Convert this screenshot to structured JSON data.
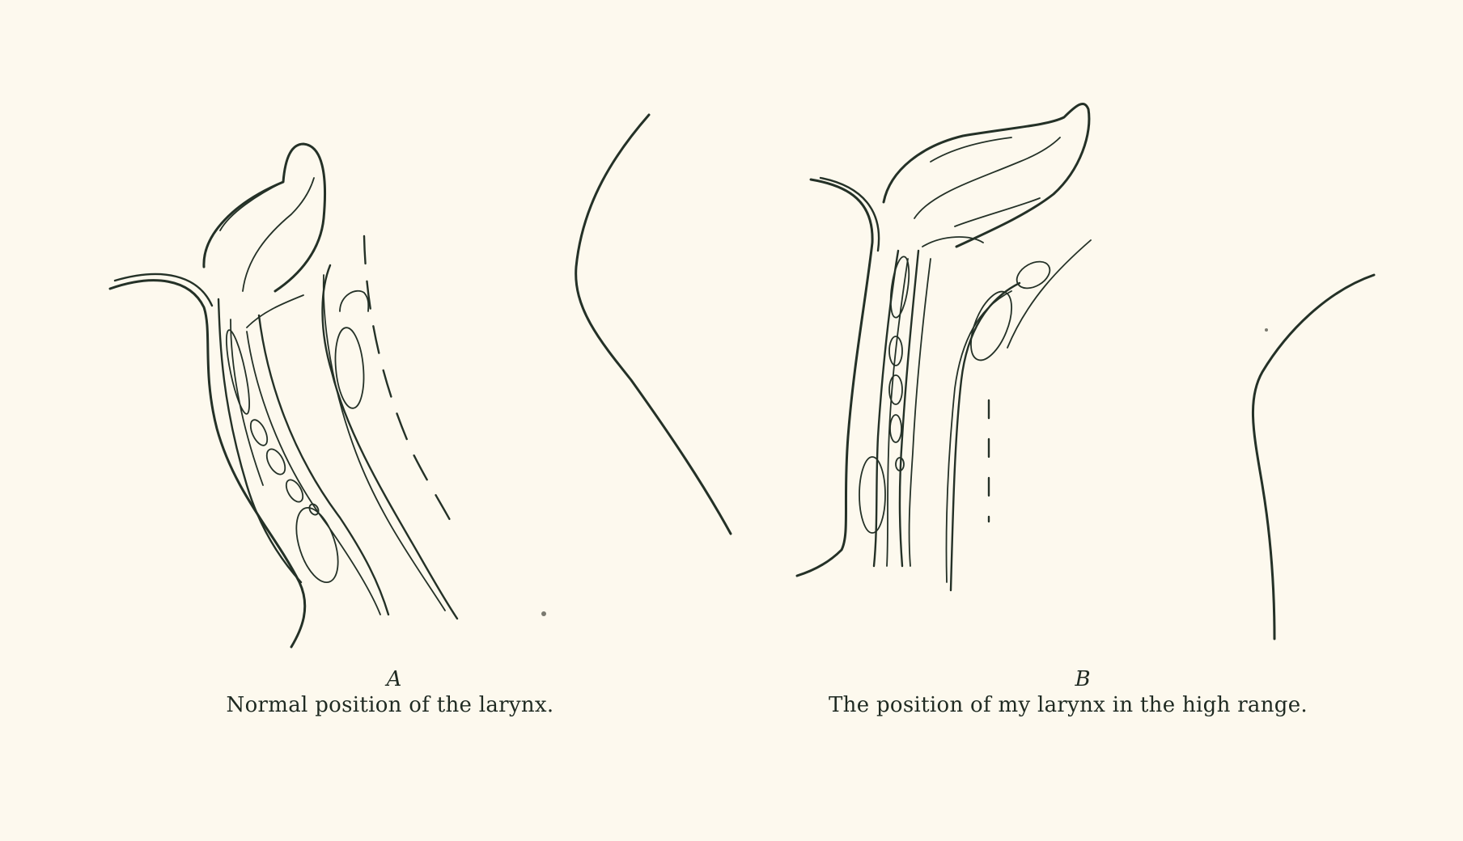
{
  "figures": [
    {
      "label": "A",
      "caption": "Normal position of the larynx."
    },
    {
      "label": "B",
      "caption": "The position of my larynx in the high range."
    }
  ],
  "colors": {
    "paper": "#fdf9ee",
    "ink": "#243127"
  }
}
